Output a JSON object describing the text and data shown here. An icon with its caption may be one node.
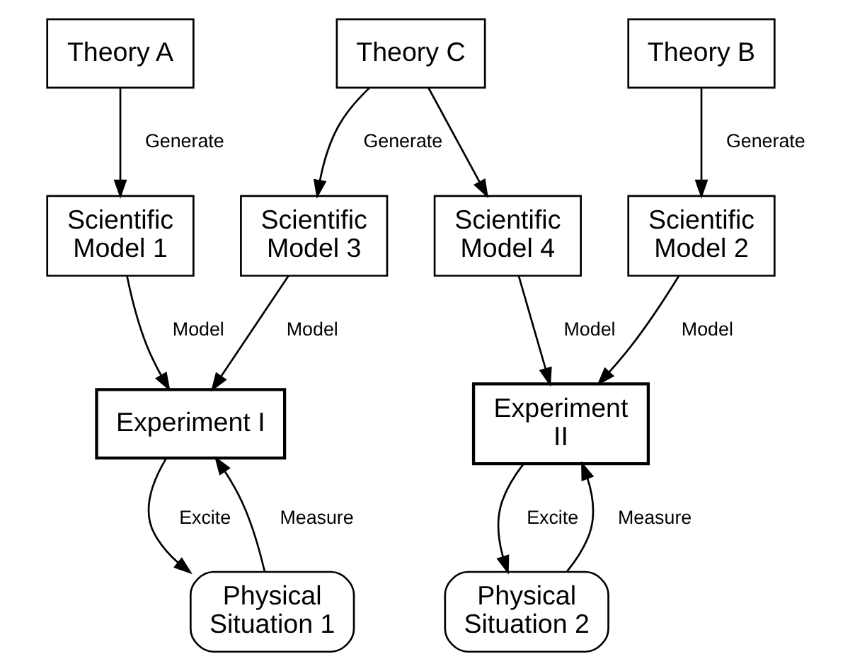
{
  "diagram": {
    "nodes": [
      {
        "text": [
          "Theory A"
        ]
      },
      {
        "text": [
          "Theory B"
        ]
      },
      {
        "text": [
          "Theory C"
        ]
      },
      {
        "text": [
          "Scientific Model 1"
        ]
      },
      {
        "text": [
          "Scientific Model 2"
        ]
      },
      {
        "text": [
          "Scientific Model 3"
        ]
      },
      {
        "text": [
          "Scientific Model 4"
        ]
      },
      {
        "text": [
          "Experiment I"
        ]
      },
      {
        "text": [
          "Experiment II"
        ]
      },
      {
        "text": [
          "Physical Situation 1"
        ]
      },
      {
        "text": [
          "Physical Situation 2"
        ]
      }
    ],
    "edges": [
      {
        "from": 0,
        "to": 3,
        "arrow": "to",
        "label": "Generate"
      },
      {
        "from": 1,
        "to": 4,
        "arrow": "to",
        "label": "Generate"
      },
      {
        "from": 2,
        "to": 5,
        "arrow": "to",
        "label": "Generate"
      },
      {
        "from": 2,
        "to": 6,
        "arrow": "to"
      },
      {
        "from": 3,
        "to": 7,
        "arrow": "to",
        "label": "Model"
      },
      {
        "from": 5,
        "to": 7,
        "arrow": "to",
        "label": "Model"
      },
      {
        "from": 4,
        "to": 8,
        "arrow": "to",
        "label": "Model"
      },
      {
        "from": 6,
        "to": 8,
        "arrow": "to",
        "label": "Model"
      },
      {
        "from": 7,
        "to": 9,
        "arrow": "to",
        "label": "Excite"
      },
      {
        "from": 9,
        "to": 7,
        "arrow": "to",
        "label": "Measure"
      },
      {
        "from": 8,
        "to": 10,
        "arrow": "to",
        "label": "Excite"
      },
      {
        "from": 10,
        "to": 8,
        "arrow": "to",
        "label": "Measure"
      }
    ]
  }
}
